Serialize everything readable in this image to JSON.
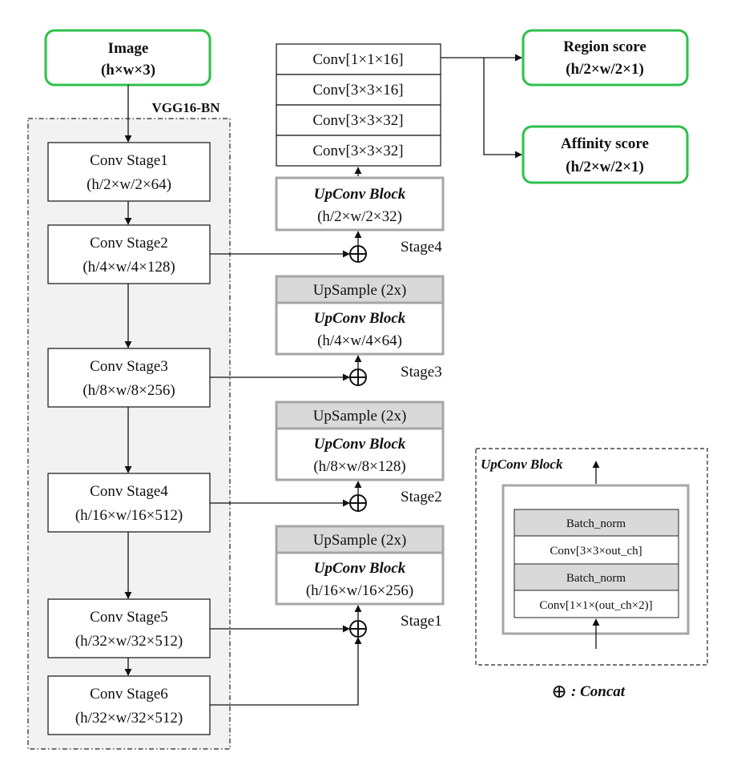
{
  "input": {
    "title": "Image",
    "dims": "(h×w×3)"
  },
  "backbone_label": "VGG16-BN",
  "stages": [
    {
      "title": "Conv Stage1",
      "dims": "(h/2×w/2×64)"
    },
    {
      "title": "Conv Stage2",
      "dims": "(h/4×w/4×128)"
    },
    {
      "title": "Conv Stage3",
      "dims": "(h/8×w/8×256)"
    },
    {
      "title": "Conv Stage4",
      "dims": "(h/16×w/16×512)"
    },
    {
      "title": "Conv Stage5",
      "dims": "(h/32×w/32×512)"
    },
    {
      "title": "Conv Stage6",
      "dims": "(h/32×w/32×512)"
    }
  ],
  "head_convs": [
    "Conv[1×1×16]",
    "Conv[3×3×16]",
    "Conv[3×3×32]",
    "Conv[3×3×32]"
  ],
  "upconv_blocks": [
    {
      "upsample": "",
      "title": "UpConv Block",
      "dims": "(h/2×w/2×32)"
    },
    {
      "upsample": "UpSample (2x)",
      "title": "UpConv Block",
      "dims": "(h/4×w/4×64)"
    },
    {
      "upsample": "UpSample (2x)",
      "title": "UpConv Block",
      "dims": "(h/8×w/8×128)"
    },
    {
      "upsample": "UpSample (2x)",
      "title": "UpConv Block",
      "dims": "(h/16×w/16×256)"
    }
  ],
  "merge_labels": [
    "Stage4",
    "Stage3",
    "Stage2",
    "Stage1"
  ],
  "outputs": [
    {
      "title": "Region score",
      "dims": "(h/2×w/2×1)"
    },
    {
      "title": "Affinity score",
      "dims": "(h/2×w/2×1)"
    }
  ],
  "legend": {
    "title": "UpConv Block",
    "layers": [
      "Batch_norm",
      "Conv[3×3×out_ch]",
      "Batch_norm",
      "Conv[1×1×(out_ch×2)]"
    ],
    "concat_symbol": "⊕",
    "concat_text": ": Concat"
  },
  "colors": {
    "output_border": "#2ec04a",
    "gray_fill": "#d9d9d9",
    "panel_fill": "#f2f2f2",
    "block_border": "#a6a6a6",
    "line": "#111111"
  }
}
